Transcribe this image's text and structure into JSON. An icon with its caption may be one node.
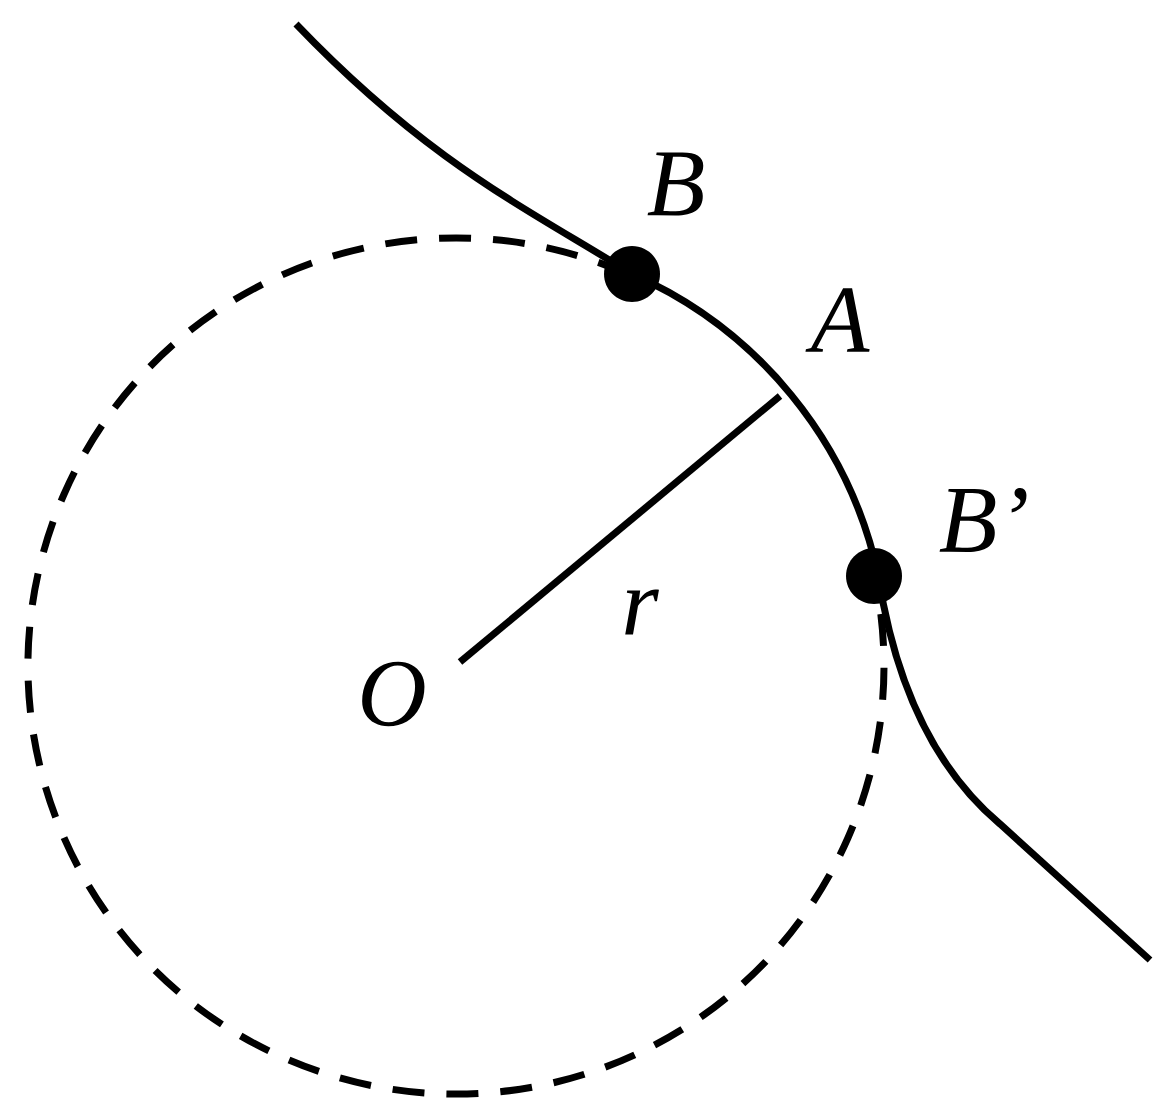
{
  "diagram": {
    "labels": [
      "B",
      "A",
      "B’",
      "O",
      "r"
    ]
  }
}
